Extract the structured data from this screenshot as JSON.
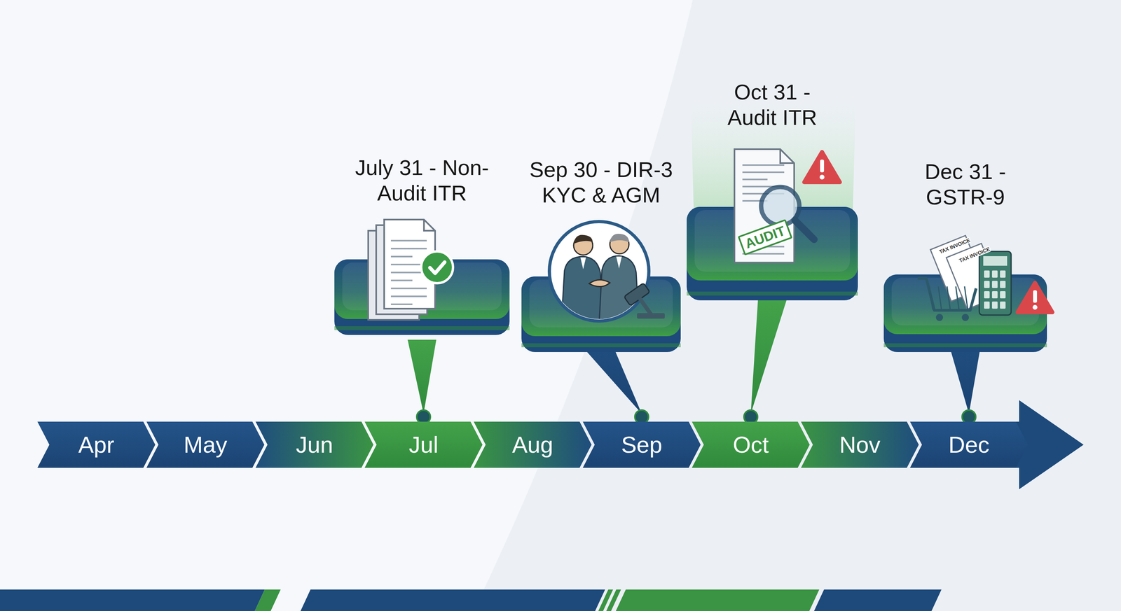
{
  "diagram": {
    "nodes": [
      {
        "text": [
          "July 31 - Non-Audit ITR"
        ]
      },
      {
        "text": [
          "Sep 30 - DIR-3 KYC & AGM"
        ]
      },
      {
        "text": [
          "Oct 31 - Audit ITR"
        ]
      },
      {
        "text": [
          "Dec 31 - GSTR-9"
        ]
      },
      {
        "text": [
          "Apr"
        ]
      },
      {
        "text": [
          "May"
        ]
      },
      {
        "text": [
          "Jun"
        ]
      },
      {
        "text": [
          "Jul"
        ]
      },
      {
        "text": [
          "Aug"
        ]
      },
      {
        "text": [
          "Sep"
        ]
      },
      {
        "text": [
          "Oct"
        ]
      },
      {
        "text": [
          "Nov"
        ]
      },
      {
        "text": [
          "Dec"
        ]
      }
    ],
    "edges": [
      {
        "from": 0,
        "to": 7,
        "arrow": "none"
      },
      {
        "from": 1,
        "to": 9,
        "arrow": "none"
      },
      {
        "from": 2,
        "to": 10,
        "arrow": "none"
      },
      {
        "from": 3,
        "to": 12,
        "arrow": "none"
      }
    ],
    "labels": [
      "AUDIT",
      "TAX INVOICE",
      "TAX INVOICE"
    ]
  }
}
